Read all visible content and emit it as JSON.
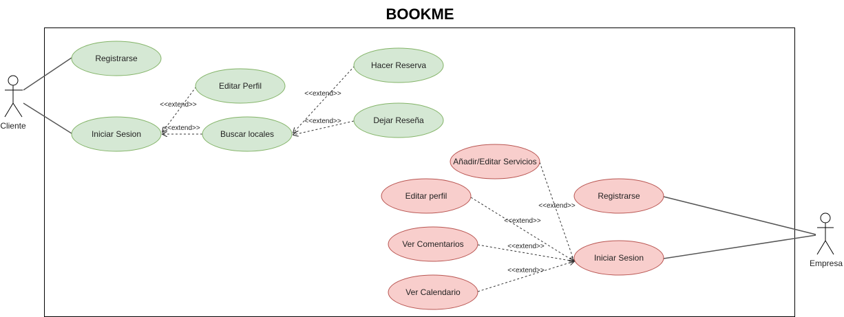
{
  "title": "BOOKME",
  "colors": {
    "client_fill": "#d5e8d4",
    "client_stroke": "#82b366",
    "company_fill": "#f8cecc",
    "company_stroke": "#b85450",
    "line": "#555555",
    "dashed": "#333333"
  },
  "actors": {
    "cliente": "Cliente",
    "empresa": "Empresa"
  },
  "use_cases": {
    "client_registrarse": "Registrarse",
    "client_iniciar_sesion": "Iniciar Sesion",
    "client_editar_perfil": "Editar Perfil",
    "client_buscar_locales": "Buscar locales",
    "client_hacer_reserva": "Hacer Reserva",
    "client_dejar_resena": "Dejar Reseña",
    "company_anadir_servicios": "Añadir/Editar Servicios",
    "company_editar_perfil": "Editar perfil",
    "company_ver_comentarios": "Ver Comentarios",
    "company_ver_calendario": "Ver Calendario",
    "company_registrarse": "Registrarse",
    "company_iniciar_sesion": "Iniciar Sesion"
  },
  "relation_label": "<<extend>>"
}
